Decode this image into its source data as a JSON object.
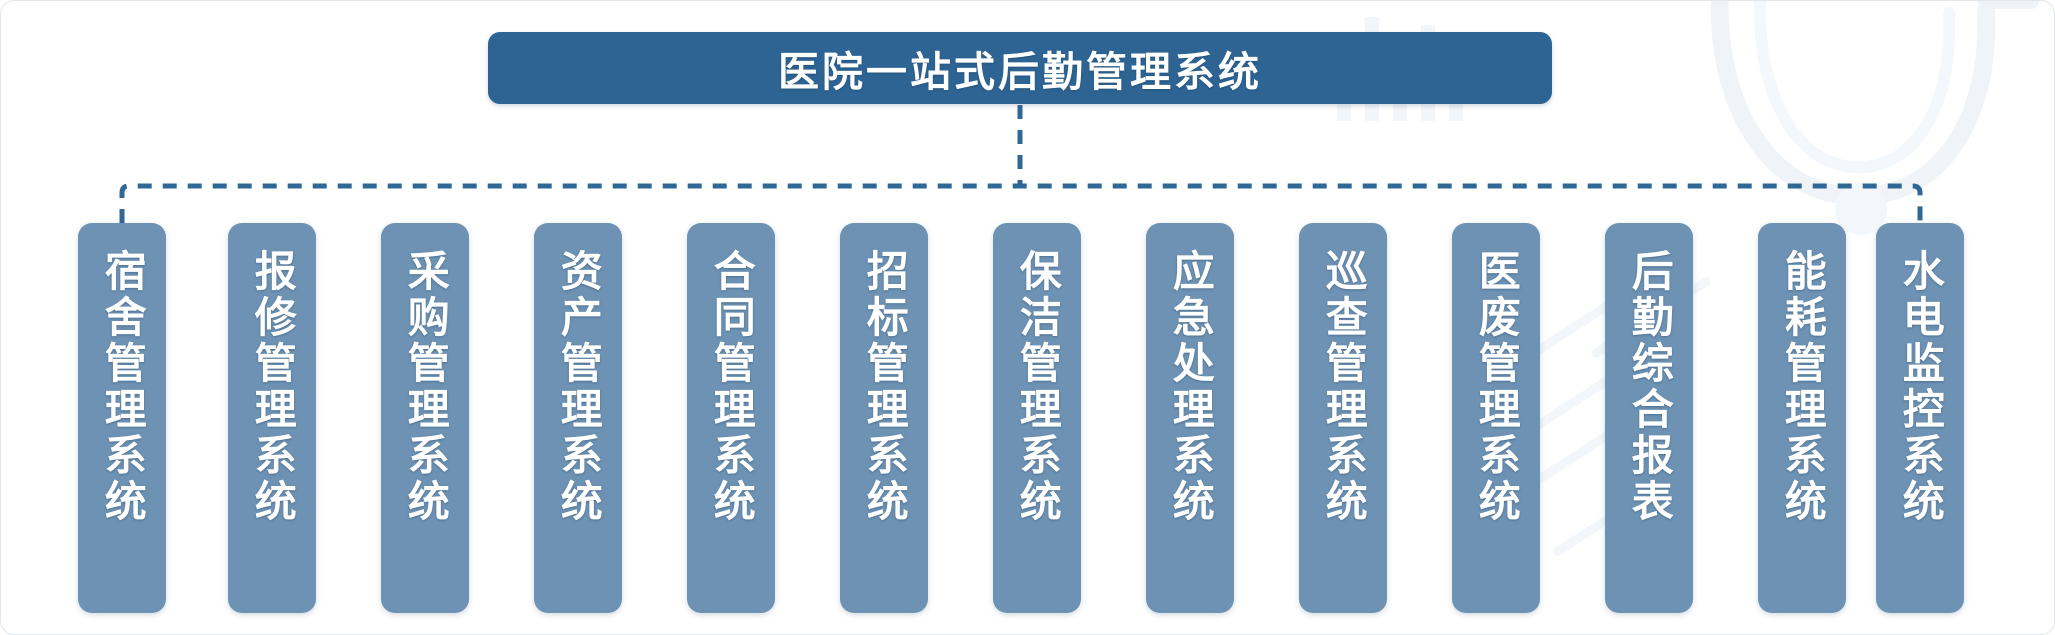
{
  "diagram": {
    "type": "tree-hierarchy",
    "root": {
      "label": "医院一站式后勤管理系统",
      "color": "#2d6494"
    },
    "connector": {
      "style": "dashed",
      "color": "#2f6795"
    },
    "leaf_color": "#6d92b3",
    "leaves": [
      {
        "label": "宿舍管理系统"
      },
      {
        "label": "报修管理系统"
      },
      {
        "label": "采购管理系统"
      },
      {
        "label": "资产管理系统"
      },
      {
        "label": "合同管理系统"
      },
      {
        "label": "招标管理系统"
      },
      {
        "label": "保洁管理系统"
      },
      {
        "label": "应急处理系统"
      },
      {
        "label": "巡查管理系统"
      },
      {
        "label": "医废管理系统"
      },
      {
        "label": "后勤综合报表"
      },
      {
        "label": "能耗管理系统"
      },
      {
        "label": "水电监控系统"
      }
    ]
  }
}
